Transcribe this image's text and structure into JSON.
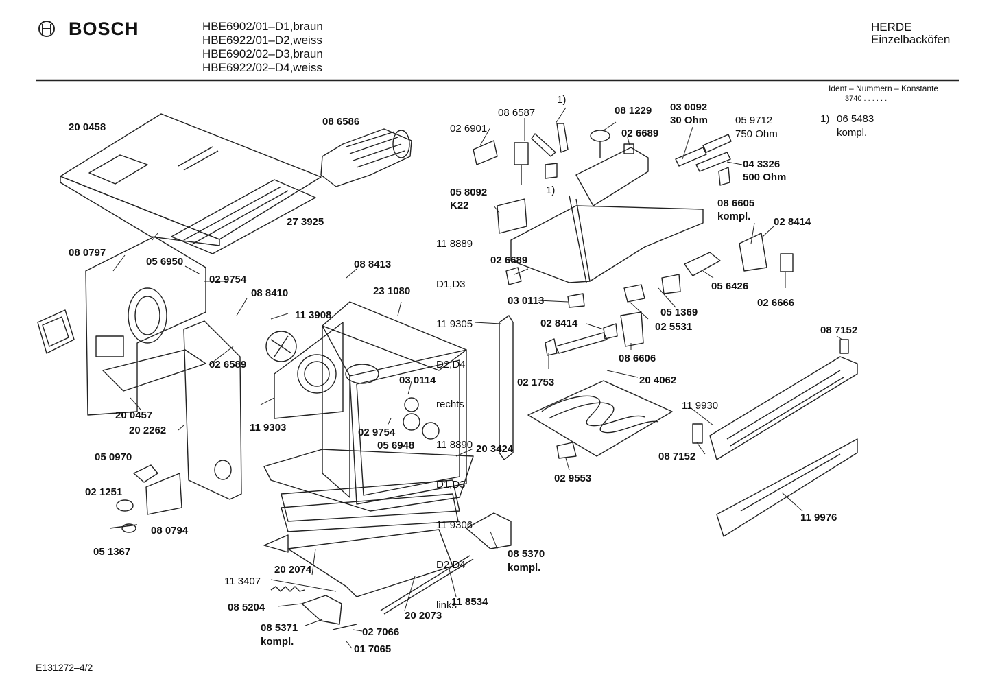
{
  "header": {
    "brand": "BOSCH",
    "models": [
      "HBE6902/01–D1,braun",
      "HBE6922/01–D2,weiss",
      "HBE6902/02–D3,braun",
      "HBE6922/02–D4,weiss"
    ],
    "category": "HERDE",
    "subcategory": "Einzelbacköfen"
  },
  "ident": {
    "label": "Ident – Nummern – Konstante",
    "constant": "3740 . . . . . ."
  },
  "footnote": {
    "marker": "1)",
    "number": "06 5483",
    "note": "kompl."
  },
  "footer": {
    "doc_id": "E131272–4/2"
  },
  "parts": {
    "p200458": "20 0458",
    "p086586": "08 6586",
    "p273925": "27 3925",
    "p080797": "08 0797",
    "p056950": "05 6950",
    "p029754a": "02 9754",
    "p088410": "08 8410",
    "p113908": "11 3908",
    "p088413": "08 8413",
    "p231080": "23 1080",
    "p026589": "02 6589",
    "p200457": "20 0457",
    "p202262": "20 2262",
    "p119303": "11 9303",
    "p030114": "03 0114",
    "p029754b": "02 9754",
    "p056948": "05 6948",
    "p050970": "05 0970",
    "p021251": "02 1251",
    "p080794": "08 0794",
    "p051367": "05 1367",
    "p203424": "20 3424",
    "p113407": "11 3407",
    "p202074": "20 2074",
    "p085204": "08 5204",
    "p085371": "08 5371",
    "p085371note": "kompl.",
    "p027066": "02 7066",
    "p017065": "01 7065",
    "p202073": "20 2073",
    "p118534": "11 8534",
    "p085370": "08 5370",
    "p085370note": "kompl.",
    "p026901": "02 6901",
    "p086587": "08 6587",
    "fn1a": "1)",
    "fn1b": "1)",
    "p081229": "08 1229",
    "p026689a": "02 6689",
    "p030092": "03 0092",
    "p030092note": "30 Ohm",
    "p059712": "05 9712",
    "p059712note": "750 Ohm",
    "p043326": "04 3326",
    "p043326note": "500 Ohm",
    "p058092": "05 8092",
    "p058092note": "K22",
    "p026689b": "02 6689",
    "p030113": "03 0113",
    "p028414a": "02 8414",
    "p086605": "08 6605",
    "p086605note": "kompl.",
    "p028414b": "02 8414",
    "p056426": "05 6426",
    "p026666": "02 6666",
    "p051369": "05 1369",
    "p025531": "02 5531",
    "p086606": "08 6606",
    "p021753": "02 1753",
    "p204062": "20 4062",
    "p087152a": "08 7152",
    "p119930": "11 9930",
    "p087152b": "08 7152",
    "p029553": "02 9553",
    "p119976": "11 9976"
  },
  "variant_list": [
    "11 8889",
    "D1,D3",
    "11 9305",
    "D2,D4",
    "rechts",
    "11 8890",
    "D1,D3",
    "11 9306",
    "D2,D4",
    "links"
  ]
}
